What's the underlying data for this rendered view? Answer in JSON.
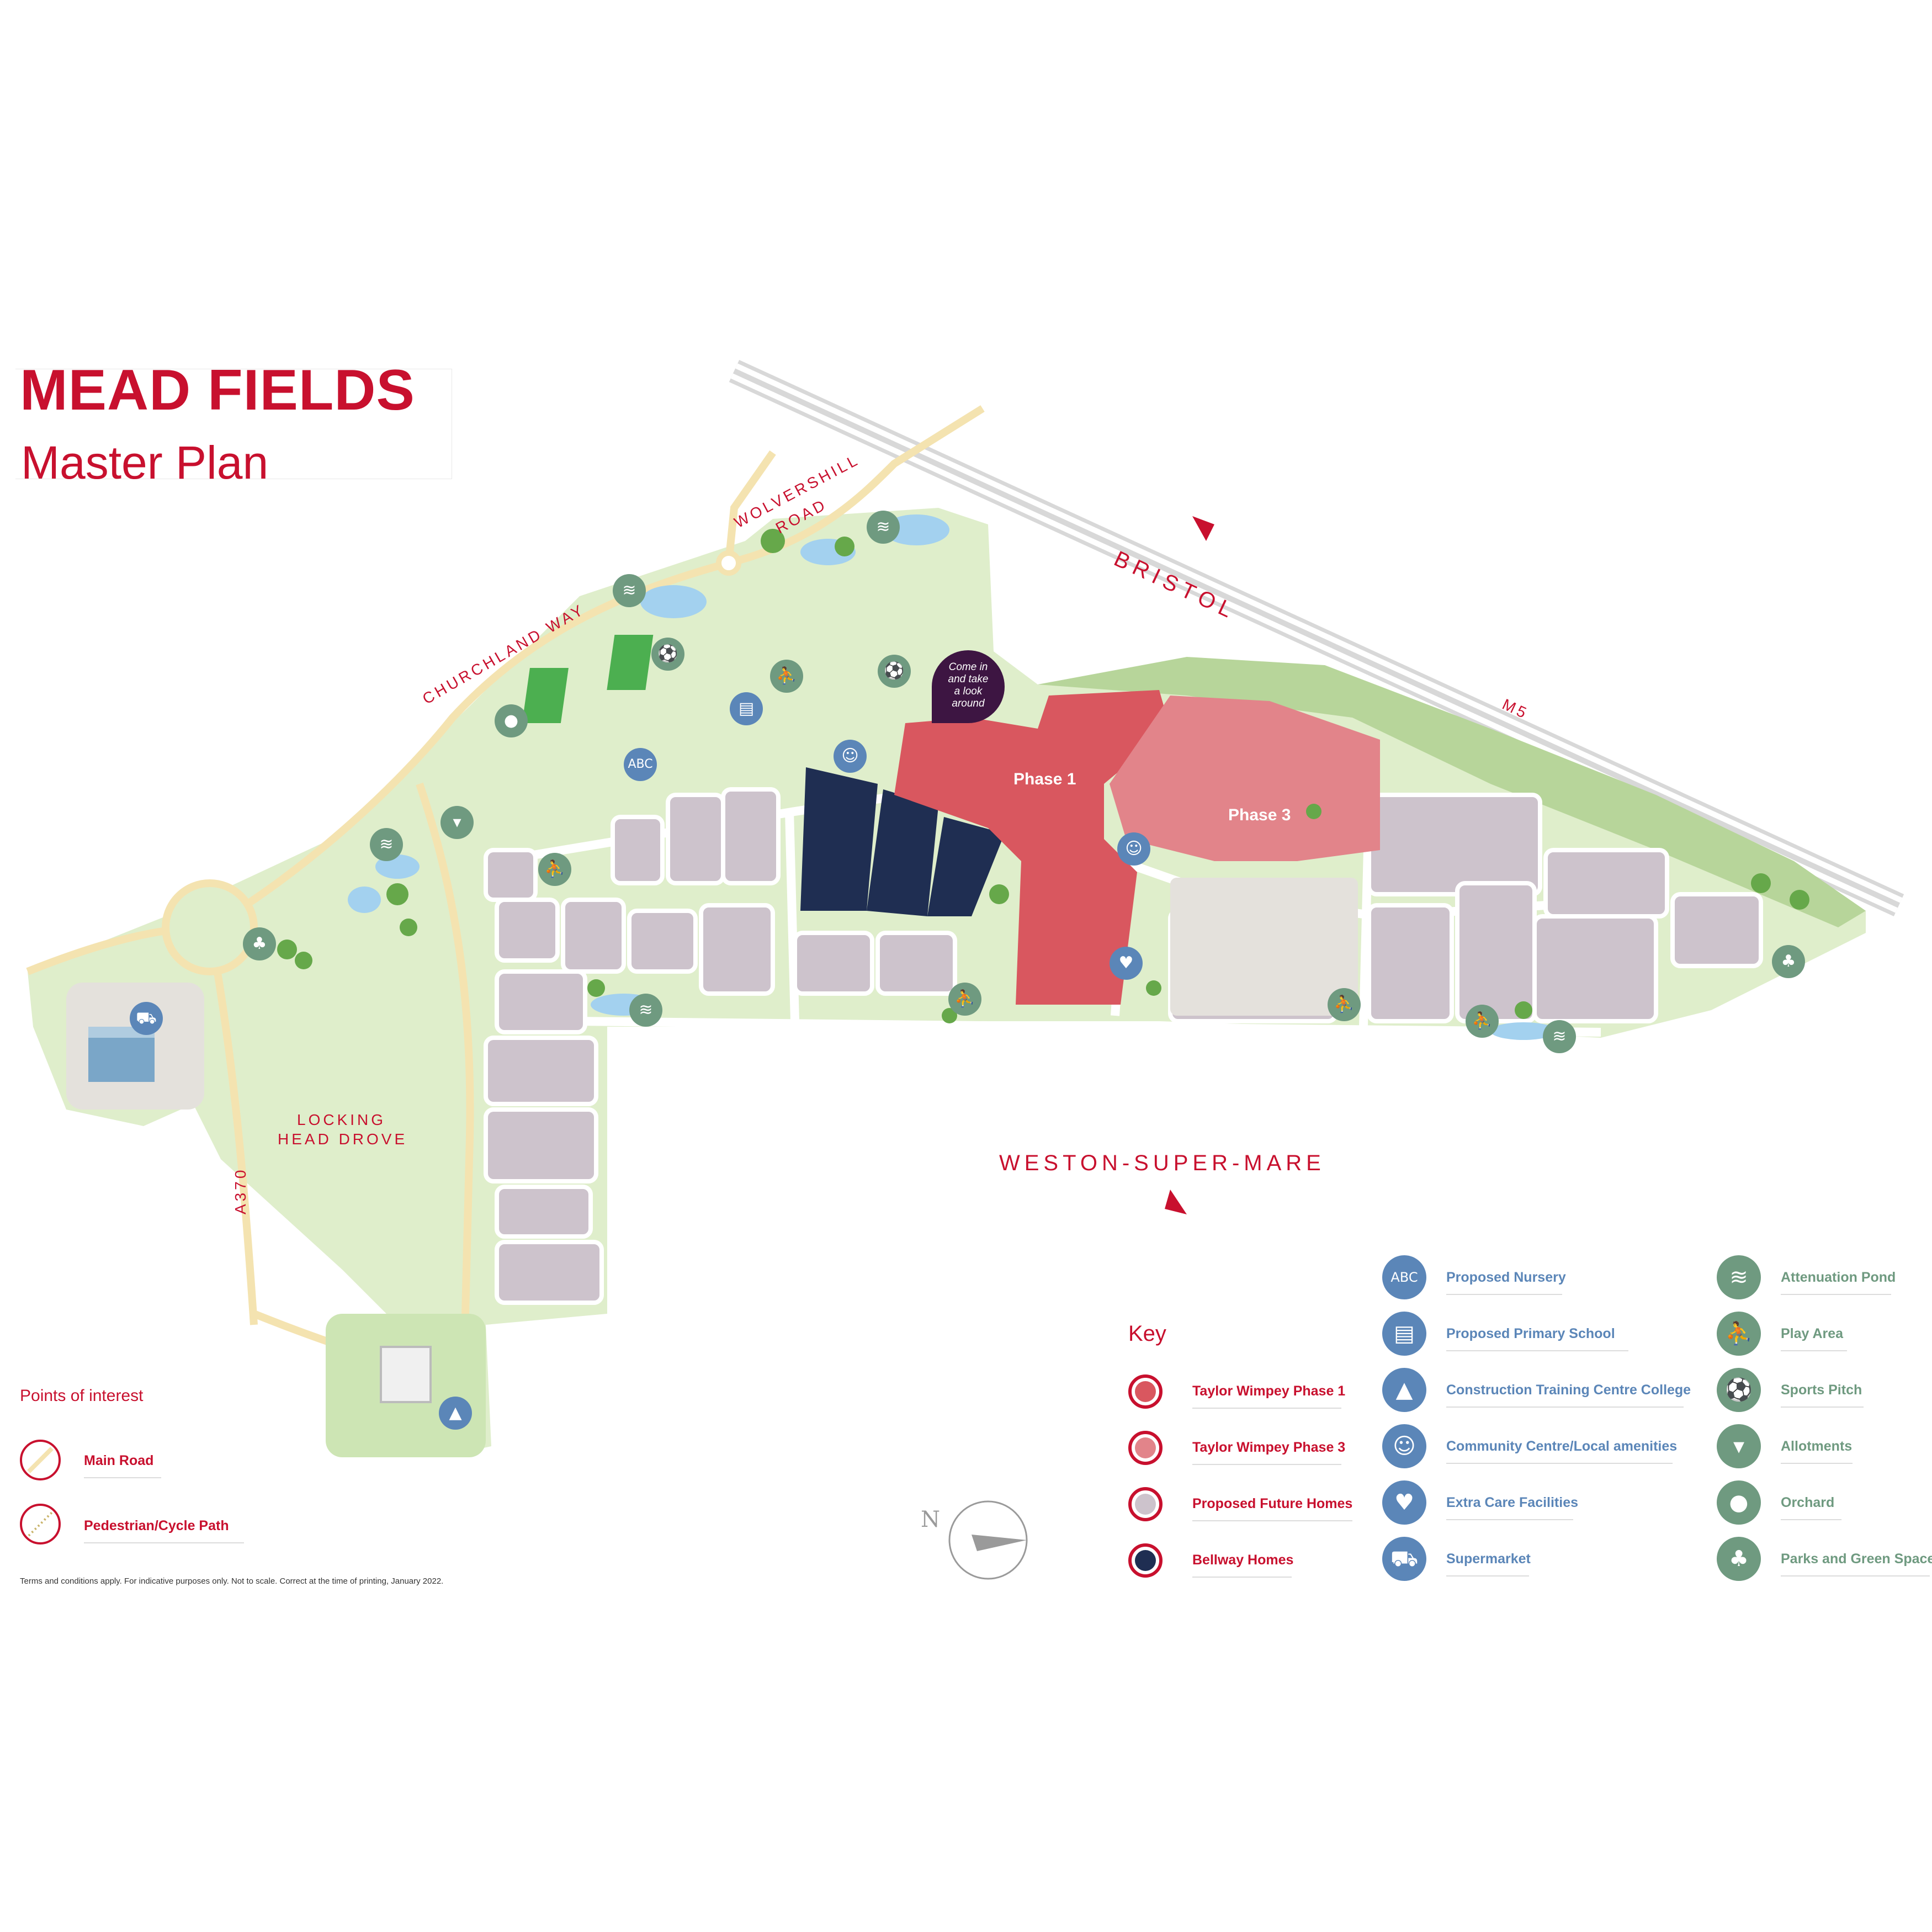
{
  "title": {
    "main": "MEAD FIELDS",
    "sub": "Master Plan"
  },
  "map": {
    "labels": {
      "bristol": "BRISTOL",
      "m5": "M5",
      "wolvershill_1": "WOLVERSHILL",
      "wolvershill_2": "ROAD",
      "churchland": "CHURCHLAND WAY",
      "locking_1": "LOCKING",
      "locking_2": "HEAD DROVE",
      "a370": "A370",
      "weston": "WESTON-SUPER-MARE",
      "phase1": "Phase 1",
      "phase3": "Phase 3",
      "callout_1": "Come in",
      "callout_2": "and take",
      "callout_3": "a look",
      "callout_4": "around",
      "compass_n": "N"
    },
    "colors": {
      "green_space": "#dfeecb",
      "park": "#cde5b4",
      "phase1": "#d9575f",
      "phase3": "#e2848a",
      "future": "#cdc3cc",
      "bellway": "#1f2e52",
      "brand": "#c8102e",
      "callout": "#3d1542"
    }
  },
  "points_of_interest": {
    "heading": "Points of interest",
    "items": [
      {
        "label": "Main Road"
      },
      {
        "label": "Pedestrian/Cycle Path"
      }
    ]
  },
  "key": {
    "heading": "Key",
    "items": [
      {
        "label": "Taylor Wimpey Phase 1",
        "color": "#d9575f"
      },
      {
        "label": "Taylor Wimpey Phase 3",
        "color": "#e2848a"
      },
      {
        "label": "Proposed Future Homes",
        "color": "#cdc3cc"
      },
      {
        "label": "Bellway Homes",
        "color": "#1f2e52"
      }
    ]
  },
  "amenities": [
    {
      "label": "Proposed Nursery",
      "icon": "blocks-icon",
      "glyph": "ABC"
    },
    {
      "label": "Proposed Primary School",
      "icon": "book-icon",
      "glyph": "📖"
    },
    {
      "label": "Construction Training Centre College",
      "icon": "graduation-cap-icon",
      "glyph": "🎓"
    },
    {
      "label": "Community Centre/Local amenities",
      "icon": "people-icon",
      "glyph": "👥"
    },
    {
      "label": "Extra Care Facilities",
      "icon": "heart-hand-icon",
      "glyph": "♥"
    },
    {
      "label": "Supermarket",
      "icon": "cart-icon",
      "glyph": "🛒"
    }
  ],
  "green_features": [
    {
      "label": "Attenuation Pond",
      "icon": "waves-icon",
      "glyph": "≋"
    },
    {
      "label": "Play Area",
      "icon": "slide-icon",
      "glyph": "⛹"
    },
    {
      "label": "Sports Pitch",
      "icon": "football-icon",
      "glyph": "⚽"
    },
    {
      "label": "Allotments",
      "icon": "carrot-icon",
      "glyph": "🥕"
    },
    {
      "label": "Orchard",
      "icon": "apple-icon",
      "glyph": "🍎"
    },
    {
      "label": "Parks and Green Space",
      "icon": "tree-icon",
      "glyph": "🌳"
    }
  ],
  "disclaimer": "Terms and conditions apply. For indicative purposes only. Not to scale. Correct at the time of printing, January 2022."
}
